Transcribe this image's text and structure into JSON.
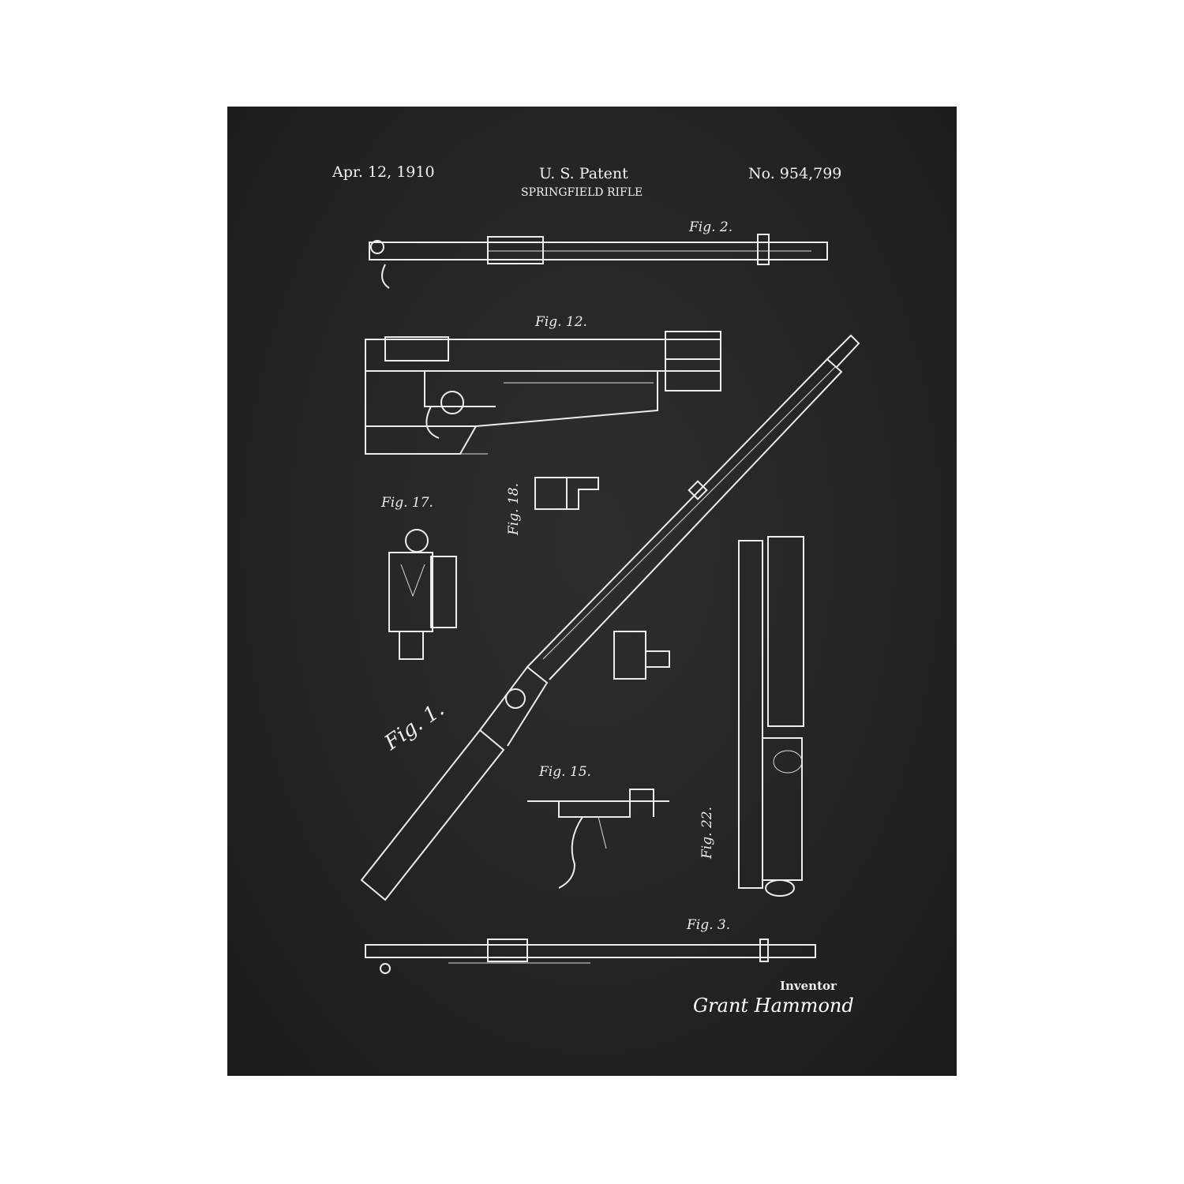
{
  "header": {
    "date": "Apr. 12, 1910",
    "office": "U. S. Patent",
    "title": "SPRINGFIELD RIFLE",
    "number": "No. 954,799"
  },
  "figures": {
    "fig2": "Fig. 2.",
    "fig12": "Fig. 12.",
    "fig18": "Fig. 18.",
    "fig17": "Fig. 17.",
    "fig1": "Fig. 1.",
    "fig15": "Fig. 15.",
    "fig22": "Fig. 22.",
    "fig3": "Fig. 3."
  },
  "inventor": {
    "label": "Inventor",
    "signature": "Grant Hammond"
  },
  "colors": {
    "background": "#242424",
    "ink": "#ececec"
  }
}
